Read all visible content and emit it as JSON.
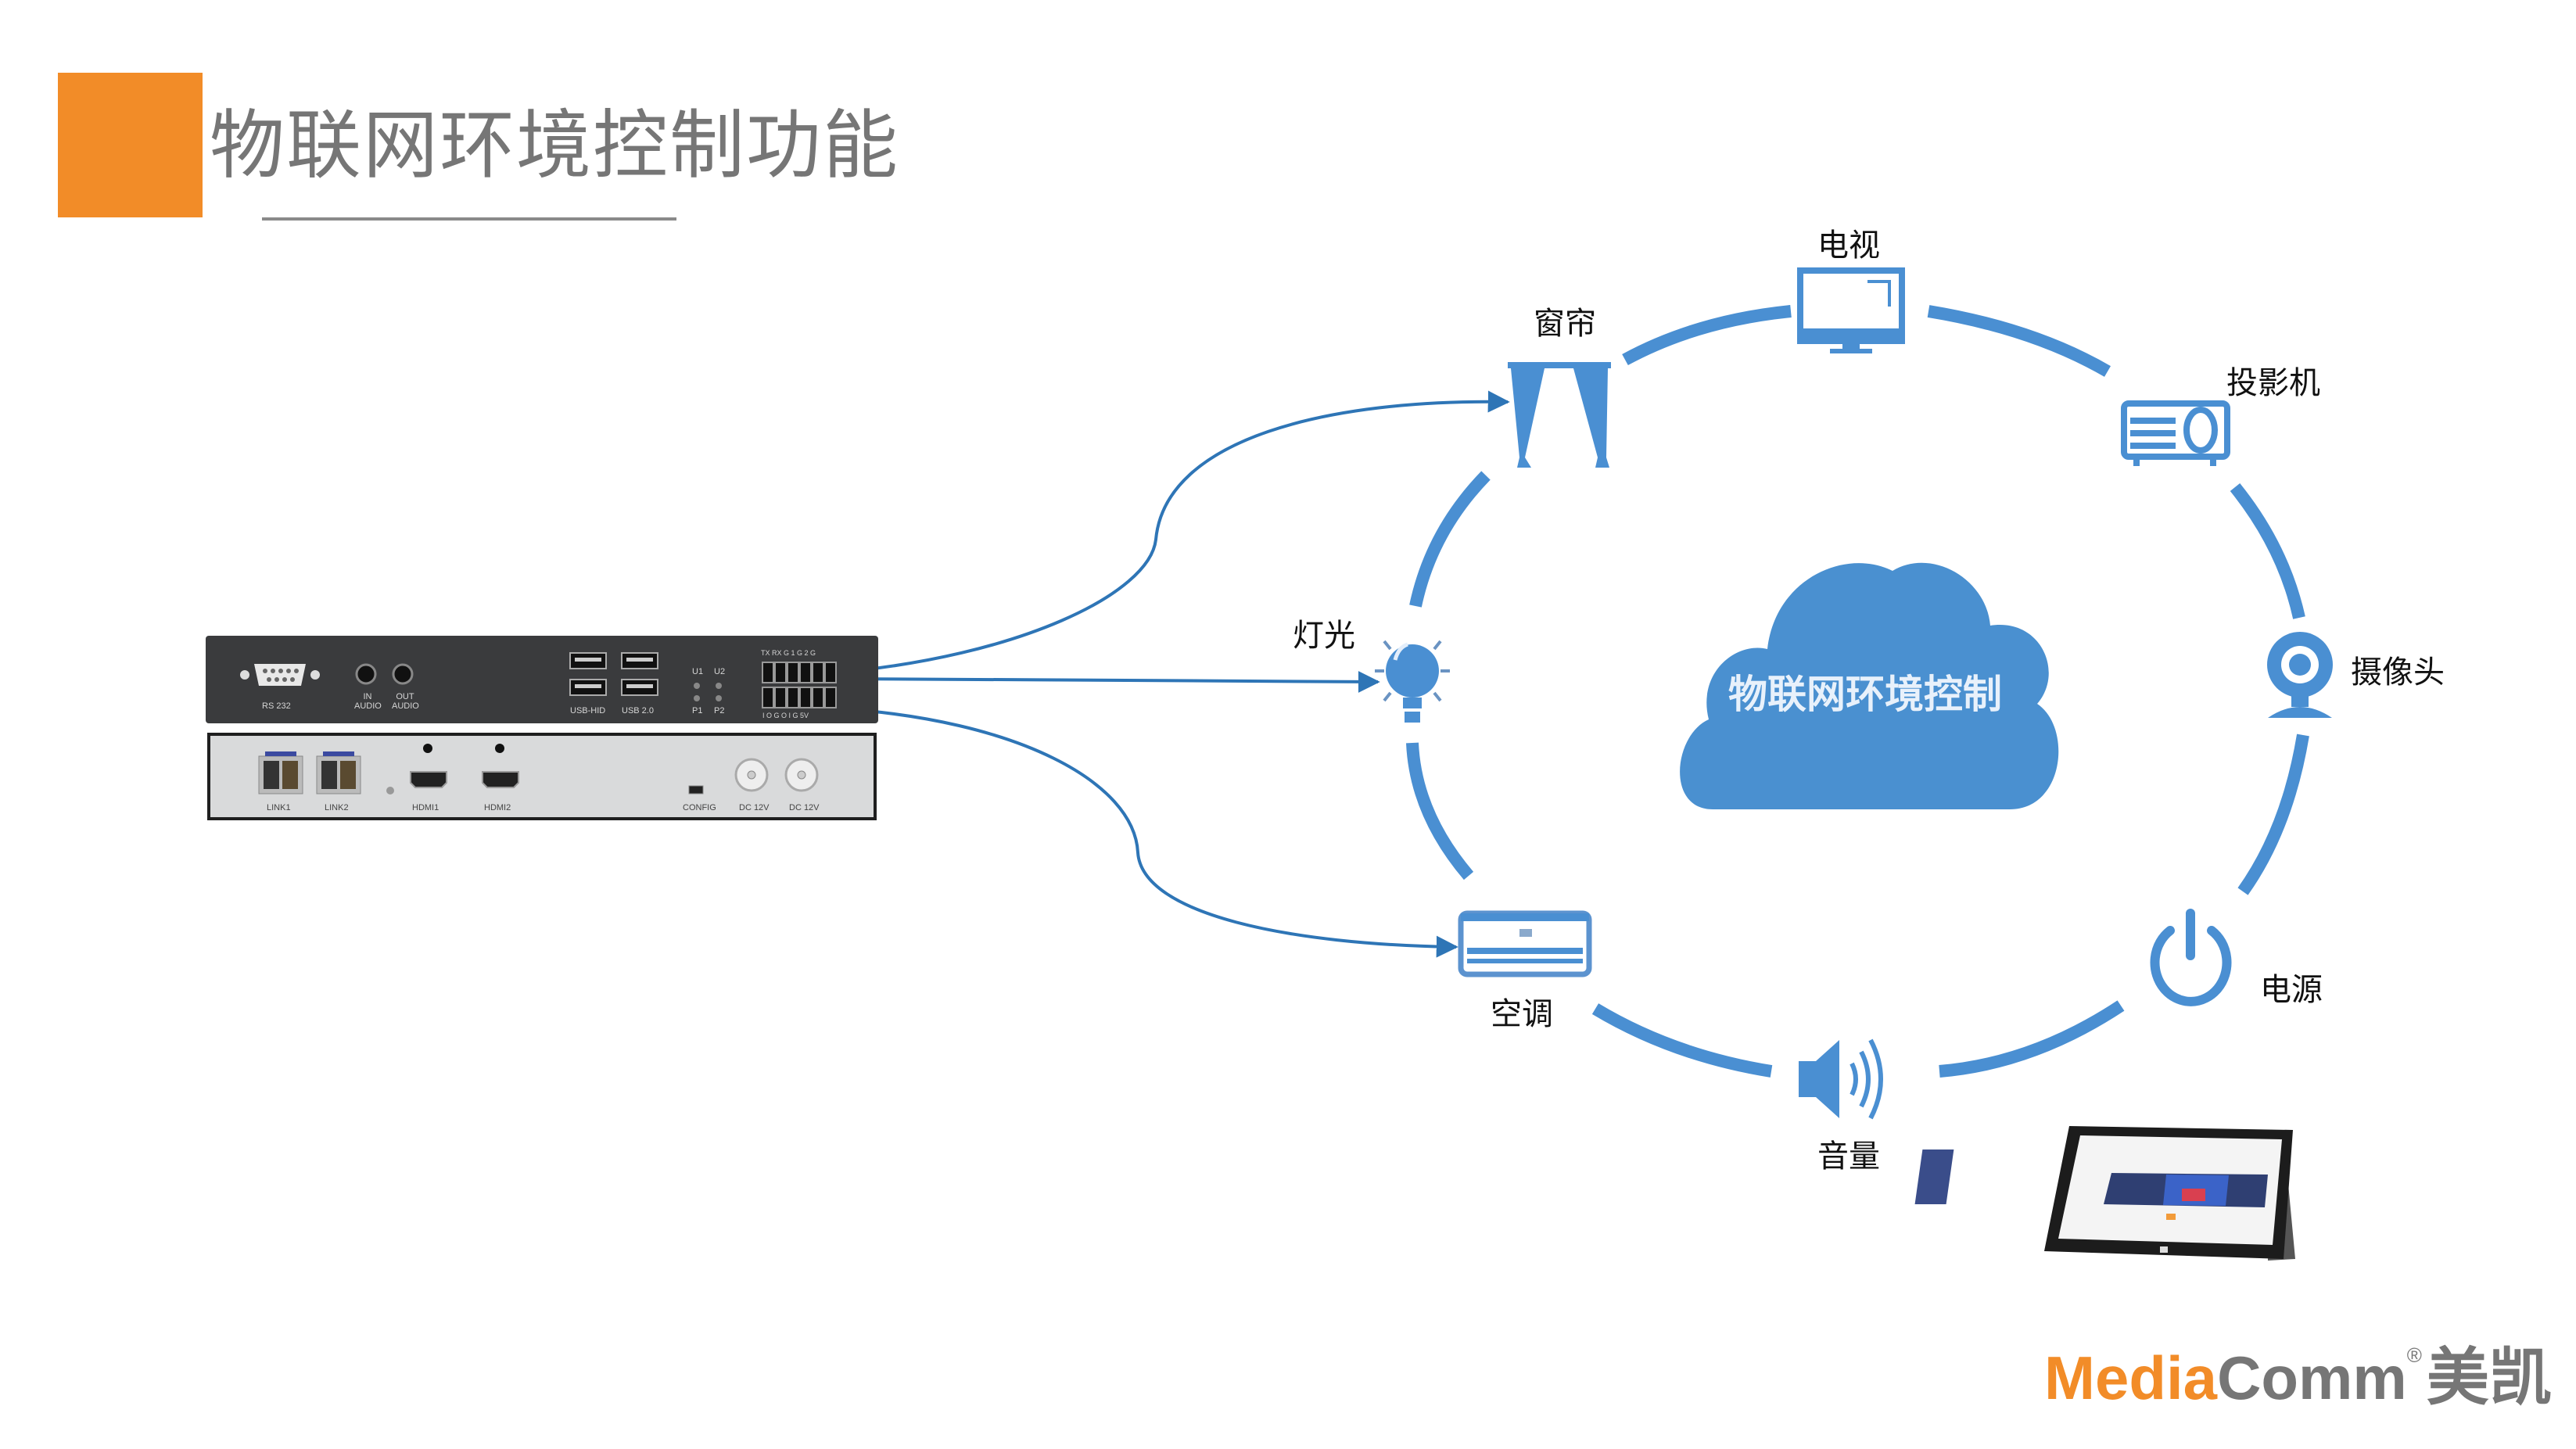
{
  "header": {
    "title": "物联网环境控制功能",
    "accent_color": "#F28C28"
  },
  "cloud": {
    "label": "物联网环境控制",
    "color": "#4A90D0"
  },
  "ring": {
    "color": "#4A8FD2",
    "items": [
      {
        "id": "tv",
        "label": "电视",
        "icon": "tv-icon"
      },
      {
        "id": "projector",
        "label": "投影机",
        "icon": "projector-icon"
      },
      {
        "id": "camera",
        "label": "摄像头",
        "icon": "webcam-icon"
      },
      {
        "id": "power",
        "label": "电源",
        "icon": "power-icon"
      },
      {
        "id": "volume",
        "label": "音量",
        "icon": "speaker-icon"
      },
      {
        "id": "ac",
        "label": "空调",
        "icon": "air-conditioner-icon"
      },
      {
        "id": "light",
        "label": "灯光",
        "icon": "light-bulb-icon"
      },
      {
        "id": "curtain",
        "label": "窗帘",
        "icon": "curtain-icon"
      }
    ]
  },
  "connections": {
    "color": "#2E75B6",
    "targets": [
      "窗帘",
      "灯光",
      "空调"
    ]
  },
  "device": {
    "top_panel": {
      "rs232": "RS 232",
      "audio_in": "IN\nAUDIO",
      "audio_out": "OUT\nAUDIO",
      "usb_hid": "USB-HID",
      "usb2": "USB 2.0",
      "u1": "U1",
      "u2": "U2",
      "p1": "P1",
      "p2": "P2",
      "terminal_top": "TX RX G  1 G 2 G",
      "terminal_bottom": "I O G O I G 5V"
    },
    "bottom_panel": {
      "link1": "LINK1",
      "link2": "LINK2",
      "hdmi1": "HDMI1",
      "hdmi2": "HDMI2",
      "config": "CONFIG",
      "dc1": "DC 12V",
      "dc2": "DC 12V"
    }
  },
  "logo": {
    "media": "Media",
    "comm": "Comm",
    "reg": "®",
    "cn": "美凯"
  }
}
